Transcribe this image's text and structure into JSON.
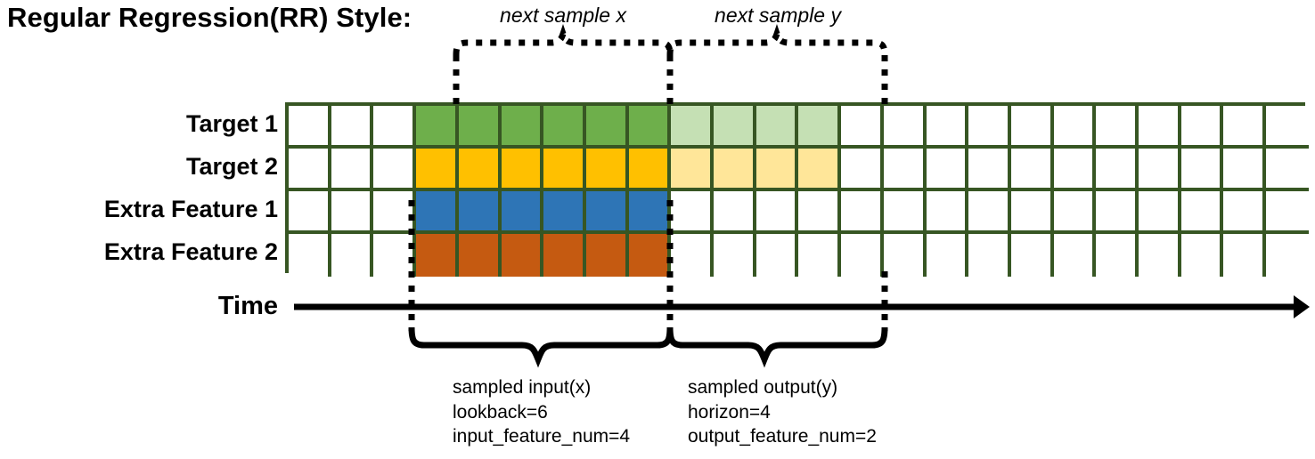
{
  "title": "Regular Regression(RR) Style:",
  "rows": [
    {
      "label": "Target 1",
      "name": "target-1"
    },
    {
      "label": "Target 2",
      "name": "target-2"
    },
    {
      "label": "Extra Feature 1",
      "name": "extra-feature-1"
    },
    {
      "label": "Extra Feature 2",
      "name": "extra-feature-2"
    }
  ],
  "grid": {
    "columns": 24,
    "leading_blank_columns": 3,
    "input_columns": 6,
    "output_columns": 4,
    "trailing_blank_columns": 11,
    "cell_colors": [
      [
        "#ffffff",
        "#ffffff",
        "#ffffff",
        "#6EAF4B",
        "#6EAF4B",
        "#6EAF4B",
        "#6EAF4B",
        "#6EAF4B",
        "#6EAF4B",
        "#C5E0B4",
        "#C5E0B4",
        "#C5E0B4",
        "#C5E0B4",
        "#ffffff",
        "#ffffff",
        "#ffffff",
        "#ffffff",
        "#ffffff",
        "#ffffff",
        "#ffffff",
        "#ffffff",
        "#ffffff",
        "#ffffff",
        "#ffffff"
      ],
      [
        "#ffffff",
        "#ffffff",
        "#ffffff",
        "#FFC000",
        "#FFC000",
        "#FFC000",
        "#FFC000",
        "#FFC000",
        "#FFC000",
        "#FFE699",
        "#FFE699",
        "#FFE699",
        "#FFE699",
        "#ffffff",
        "#ffffff",
        "#ffffff",
        "#ffffff",
        "#ffffff",
        "#ffffff",
        "#ffffff",
        "#ffffff",
        "#ffffff",
        "#ffffff",
        "#ffffff"
      ],
      [
        "#ffffff",
        "#ffffff",
        "#ffffff",
        "#2E75B6",
        "#2E75B6",
        "#2E75B6",
        "#2E75B6",
        "#2E75B6",
        "#2E75B6",
        "#ffffff",
        "#ffffff",
        "#ffffff",
        "#ffffff",
        "#ffffff",
        "#ffffff",
        "#ffffff",
        "#ffffff",
        "#ffffff",
        "#ffffff",
        "#ffffff",
        "#ffffff",
        "#ffffff",
        "#ffffff",
        "#ffffff"
      ],
      [
        "#ffffff",
        "#ffffff",
        "#ffffff",
        "#C55A11",
        "#C55A11",
        "#C55A11",
        "#C55A11",
        "#C55A11",
        "#C55A11",
        "#ffffff",
        "#ffffff",
        "#ffffff",
        "#ffffff",
        "#ffffff",
        "#ffffff",
        "#ffffff",
        "#ffffff",
        "#ffffff",
        "#ffffff",
        "#ffffff",
        "#ffffff",
        "#ffffff",
        "#ffffff",
        "#ffffff"
      ]
    ],
    "grid_line_color": "#375623"
  },
  "time_axis": {
    "label": "Time"
  },
  "top_braces": [
    {
      "caption": "next sample x",
      "name": "next-sample-x"
    },
    {
      "caption": "next sample y",
      "name": "next-sample-y"
    }
  ],
  "bottom_braces": [
    {
      "name": "sampled-input",
      "lines": [
        "sampled input(x)",
        "lookback=6",
        "input_feature_num=4"
      ]
    },
    {
      "name": "sampled-output",
      "lines": [
        "sampled output(y)",
        "horizon=4",
        "output_feature_num=2"
      ]
    }
  ]
}
